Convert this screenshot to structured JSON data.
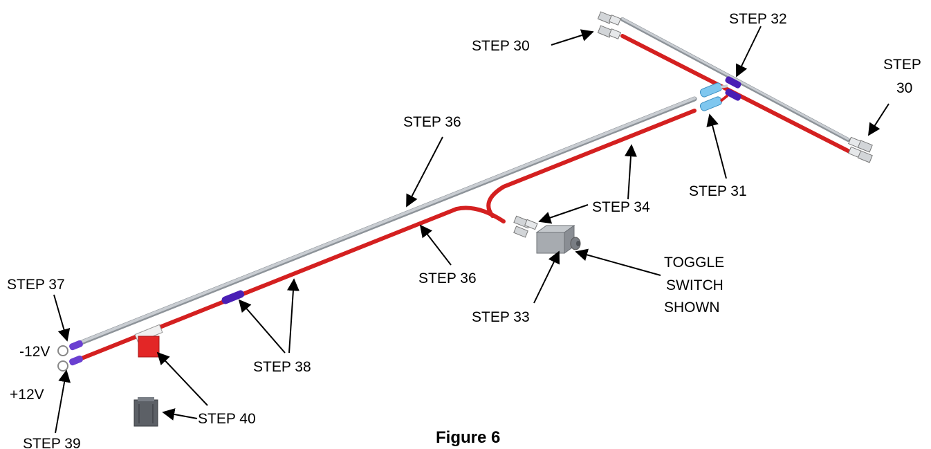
{
  "figure": {
    "caption": "Figure 6"
  },
  "callouts": {
    "step30_left": "STEP 30",
    "step30_right_line1": "STEP",
    "step30_right_line2": "30",
    "step32": "STEP 32",
    "step36_upper": "STEP 36",
    "step31": "STEP 31",
    "step34": "STEP 34",
    "step36_lower": "STEP 36",
    "toggle_line1": "TOGGLE",
    "toggle_line2": "SWITCH",
    "toggle_line3": "SHOWN",
    "step37": "STEP 37",
    "step33": "STEP 33",
    "step38": "STEP 38",
    "step40": "STEP 40",
    "step39": "STEP 39",
    "neg12v": "-12V",
    "pos12v": "+12V"
  },
  "colors": {
    "red_wire": "#d42020",
    "gray_wire": "#b9bec4",
    "purple_sleeve": "#4a1fb5",
    "blue_connector": "#7fc7ef",
    "fuse_red": "#e32626",
    "fuse_gray": "#5c6066"
  }
}
